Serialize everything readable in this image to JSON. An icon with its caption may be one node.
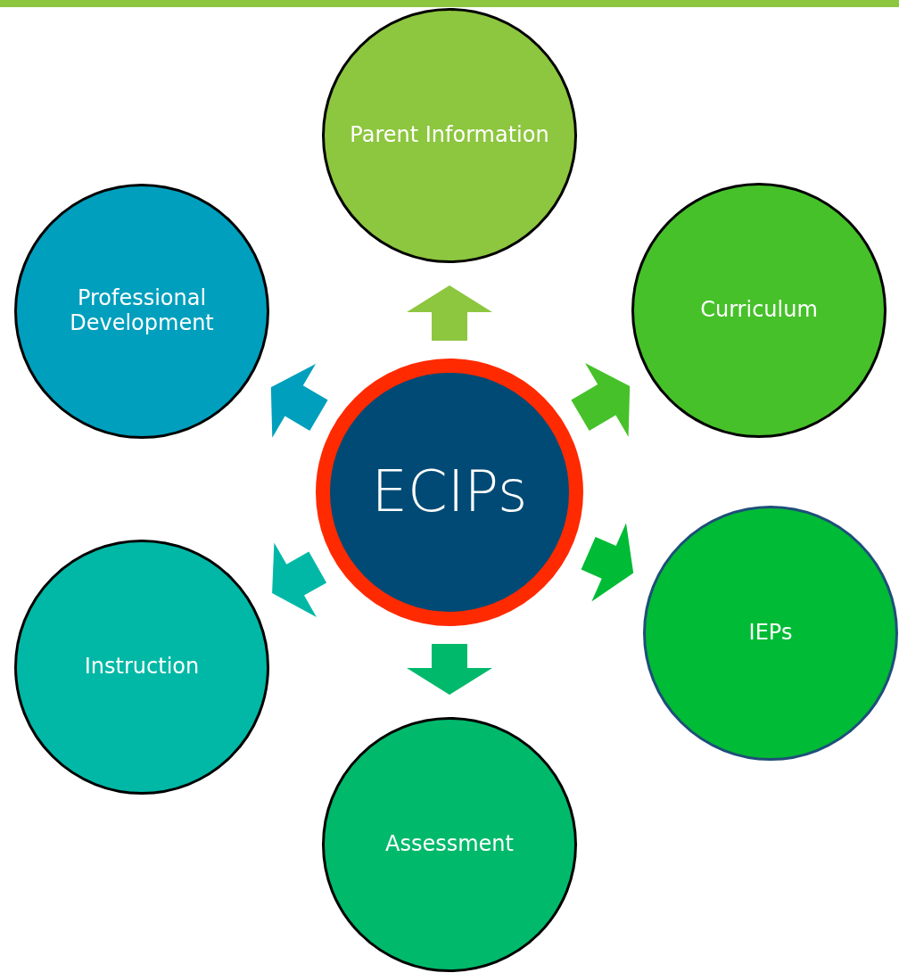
{
  "diagram": {
    "nodes": [
      {
        "text": [
          "ECIPs"
        ]
      },
      {
        "text": [
          "Parent Information"
        ]
      },
      {
        "text": [
          "Curriculum"
        ]
      },
      {
        "text": [
          "IEPs"
        ]
      },
      {
        "text": [
          "Assessment"
        ]
      },
      {
        "text": [
          "Instruction"
        ]
      },
      {
        "text": [
          "Professional Development"
        ]
      }
    ],
    "edges": [
      {
        "from": 0,
        "to": 1,
        "arrow": "to",
        "color": "#8dc63f"
      },
      {
        "from": 0,
        "to": 2,
        "arrow": "to",
        "color": "#46c12a"
      },
      {
        "from": 0,
        "to": 3,
        "arrow": "to",
        "color": "#00bb35"
      },
      {
        "from": 0,
        "to": 4,
        "arrow": "to",
        "color": "#00b96b"
      },
      {
        "from": 0,
        "to": 5,
        "arrow": "to",
        "color": "#00b8a5"
      },
      {
        "from": 0,
        "to": 6,
        "arrow": "to",
        "color": "#009fbd"
      }
    ]
  }
}
